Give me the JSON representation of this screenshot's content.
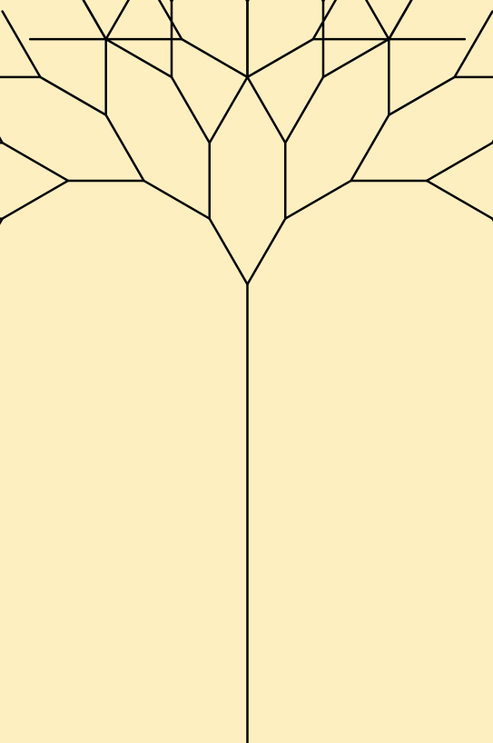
{
  "colors": {
    "background": "#fdefc0",
    "stroke": "#000000"
  },
  "figure": {
    "type": "binary-fractal-tree",
    "depth": 5,
    "branch_angle_degrees": 60,
    "length_scale_per_level": 0.5
  }
}
